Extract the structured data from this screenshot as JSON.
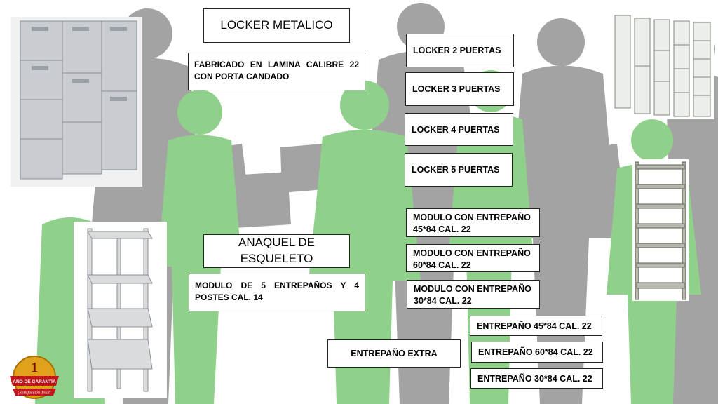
{
  "locker": {
    "title": "LOCKER METALICO",
    "description": "FABRICADO EN LAMINA CALIBRE 22 CON PORTA CANDADO",
    "options": [
      "LOCKER 2 PUERTAS",
      "LOCKER 3 PUERTAS",
      "LOCKER 4 PUERTAS",
      "LOCKER 5 PUERTAS"
    ]
  },
  "anaquel": {
    "title_line1": "ANAQUEL DE",
    "title_line2": "ESQUELETO",
    "description": "MODULO DE 5 ENTREPAÑOS Y 4 POSTES CAL. 14",
    "modules": [
      {
        "line1": "MODULO CON ENTREPAÑO",
        "line2": "45*84 CAL. 22"
      },
      {
        "line1": "MODULO CON ENTREPAÑO",
        "line2": "60*84 CAL. 22"
      },
      {
        "line1": "MODULO CON ENTREPAÑO",
        "line2": "30*84 CAL. 22"
      }
    ]
  },
  "extra": {
    "label": "ENTREPAÑO EXTRA",
    "options": [
      "ENTREPAÑO 45*84 CAL. 22",
      "ENTREPAÑO 60*84 CAL. 22",
      "ENTREPAÑO 30*84 CAL. 22"
    ]
  },
  "badge": {
    "number": "1",
    "line1": "AÑO DE GARANTÍA",
    "line2": "¡Satisfacción Total!"
  },
  "colors": {
    "silhouette_gray": "#9c9c9c",
    "silhouette_green": "#8ed08a",
    "badge_gold": "#e0a21c",
    "badge_ribbon": "#c0151b"
  }
}
